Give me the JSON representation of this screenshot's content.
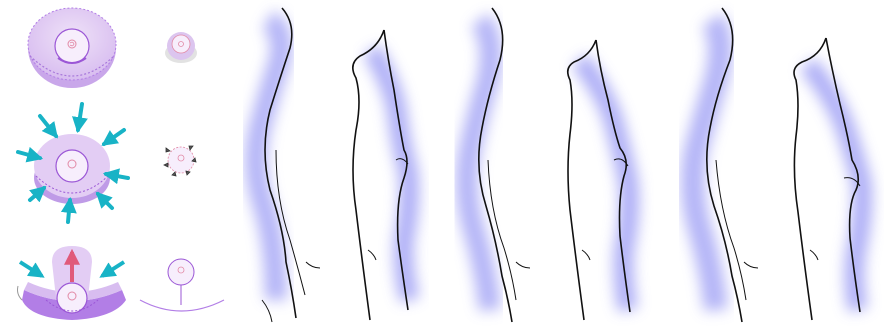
{
  "figure": {
    "left_panel": {
      "rows": [
        {
          "name": "row-1",
          "arrows": "none"
        },
        {
          "name": "row-2",
          "arrows": "inward-radial"
        },
        {
          "name": "row-3",
          "arrows": "inward-and-up"
        }
      ]
    },
    "silhouettes": {
      "count": 6,
      "shadow_color": "#9b9cf4",
      "outline_color": "#111111"
    },
    "colors": {
      "lilac_fill": "#dcc5ef",
      "lilac_dark": "#b27ee6",
      "purple_line": "#9b57d6",
      "areola": "#f7eefc",
      "nipple_pink": "#e28aa6",
      "cyan_arrow": "#18b3c6",
      "red_arrow": "#e05a7a"
    }
  }
}
